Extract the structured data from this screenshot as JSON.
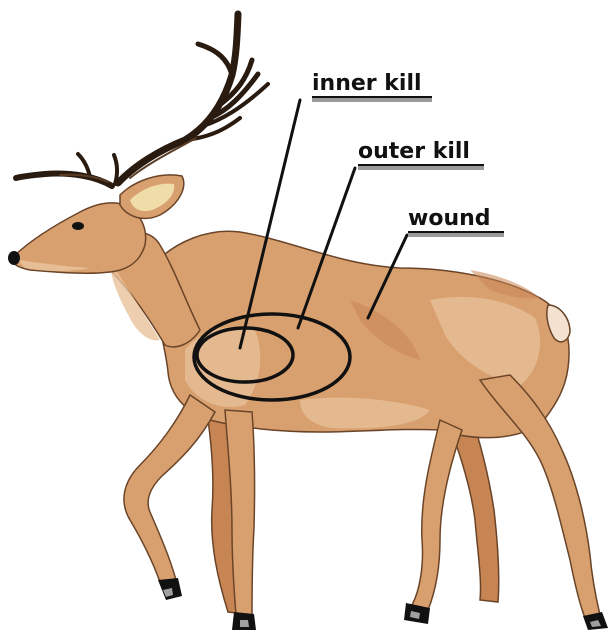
{
  "labels": {
    "inner_kill": "inner kill",
    "outer_kill": "outer kill",
    "wound": "wound"
  },
  "colors": {
    "body": "#d9a06f",
    "body_light": "#e8c29b",
    "body_dark": "#c88554",
    "outline": "#6a4428",
    "antler": "#2a1b10",
    "hoof": "#111111",
    "ring": "#111111",
    "label_text": "#111111",
    "label_shadow": "#9a9a9a"
  }
}
